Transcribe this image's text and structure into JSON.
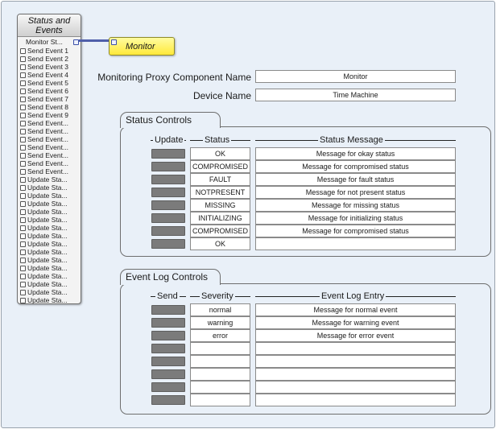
{
  "node": {
    "title_line1": "Status and",
    "title_line2": "Events",
    "output_port": "Monitor St...",
    "input_ports": [
      "Send Event 1",
      "Send Event 2",
      "Send Event 3",
      "Send Event 4",
      "Send Event 5",
      "Send Event 6",
      "Send Event 7",
      "Send Event 8",
      "Send Event 9",
      "Send Event...",
      "Send Event...",
      "Send Event...",
      "Send Event...",
      "Send Event...",
      "Send Event...",
      "Send Event...",
      "Update Sta...",
      "Update Sta...",
      "Update Sta...",
      "Update Sta...",
      "Update Sta...",
      "Update Sta...",
      "Update Sta...",
      "Update Sta...",
      "Update Sta...",
      "Update Sta...",
      "Update Sta...",
      "Update Sta...",
      "Update Sta...",
      "Update Sta...",
      "Update Sta...",
      "Update Sta..."
    ]
  },
  "monitor_node": {
    "label": "Monitor"
  },
  "fields": {
    "component_label": "Monitoring Proxy Component Name",
    "component_value": "Monitor",
    "device_label": "Device Name",
    "device_value": "Time Machine"
  },
  "status_controls": {
    "title": "Status Controls",
    "headers": {
      "update": "Update",
      "status": "Status",
      "message": "Status Message"
    },
    "rows": [
      {
        "status": "OK",
        "message": "Message for okay status"
      },
      {
        "status": "COMPROMISED",
        "message": "Message for compromised status"
      },
      {
        "status": "FAULT",
        "message": "Message for fault status"
      },
      {
        "status": "NOTPRESENT",
        "message": "Message for not present status"
      },
      {
        "status": "MISSING",
        "message": "Message for missing status"
      },
      {
        "status": "INITIALIZING",
        "message": "Message for initializing status"
      },
      {
        "status": "COMPROMISED",
        "message": "Message for compromised status"
      },
      {
        "status": "OK",
        "message": ""
      }
    ]
  },
  "event_controls": {
    "title": "Event Log Controls",
    "headers": {
      "send": "Send",
      "severity": "Severity",
      "entry": "Event Log Entry"
    },
    "rows": [
      {
        "severity": "normal",
        "entry": "Message for normal event"
      },
      {
        "severity": "warning",
        "entry": "Message for warning event"
      },
      {
        "severity": "error",
        "entry": "Message for error event"
      },
      {
        "severity": "",
        "entry": ""
      },
      {
        "severity": "",
        "entry": ""
      },
      {
        "severity": "",
        "entry": ""
      },
      {
        "severity": "",
        "entry": ""
      },
      {
        "severity": "",
        "entry": ""
      }
    ]
  },
  "colors": {
    "background": "#e9f0f8",
    "monitor_node": "#ffe93a",
    "wire": "#4f5faa",
    "button": "#7b7b7b"
  }
}
